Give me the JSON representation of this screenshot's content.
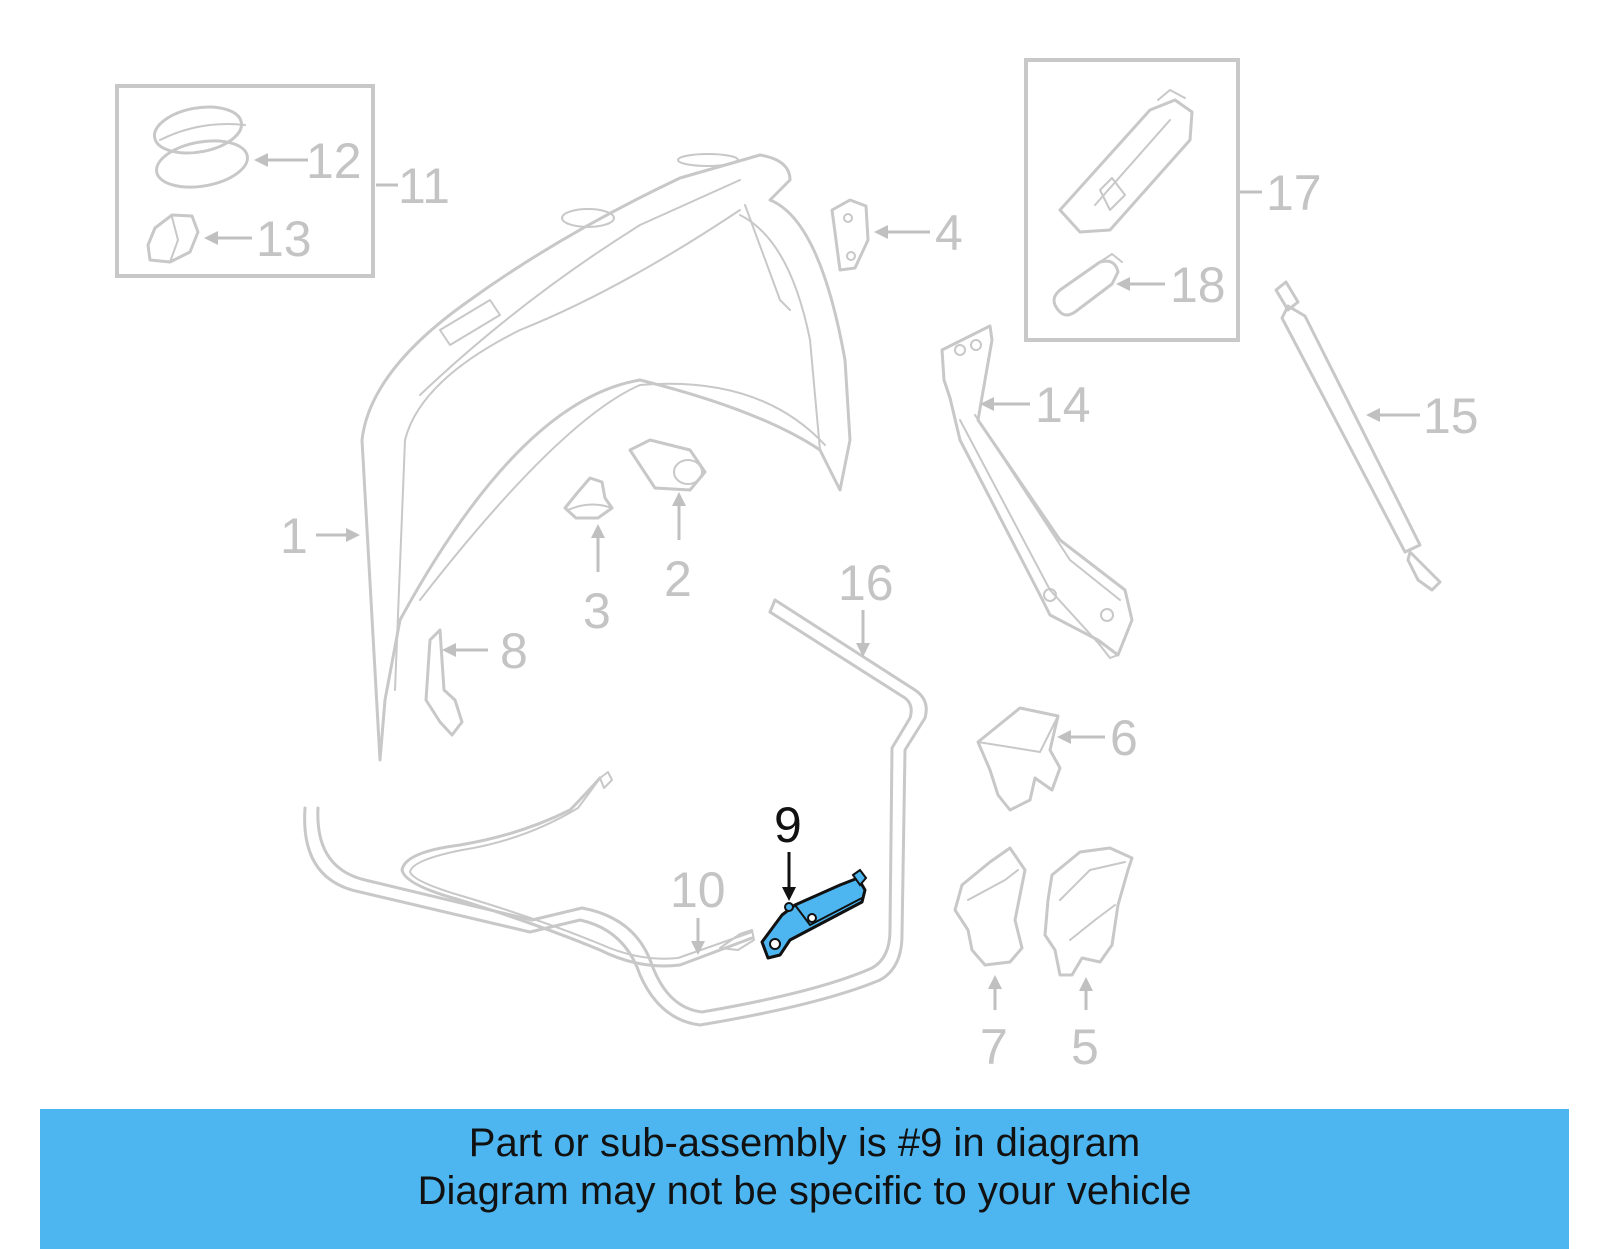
{
  "callouts": {
    "c1": "1",
    "c2": "2",
    "c3": "3",
    "c4": "4",
    "c5": "5",
    "c6": "6",
    "c7": "7",
    "c8": "8",
    "c9": "9",
    "c10": "10",
    "c11": "11",
    "c12": "12",
    "c13": "13",
    "c14": "14",
    "c15": "15",
    "c16": "16",
    "c17": "17",
    "c18": "18"
  },
  "highlight": {
    "part_number": "9",
    "fill_color": "#4db6f0"
  },
  "colors": {
    "banner": "#4db6f0",
    "part_lines": "#c8c8c8",
    "highlight_outline": "#111111"
  },
  "banner": {
    "line1": "Part or sub-assembly is #9 in diagram",
    "line2": "Diagram may not be specific to your vehicle"
  }
}
